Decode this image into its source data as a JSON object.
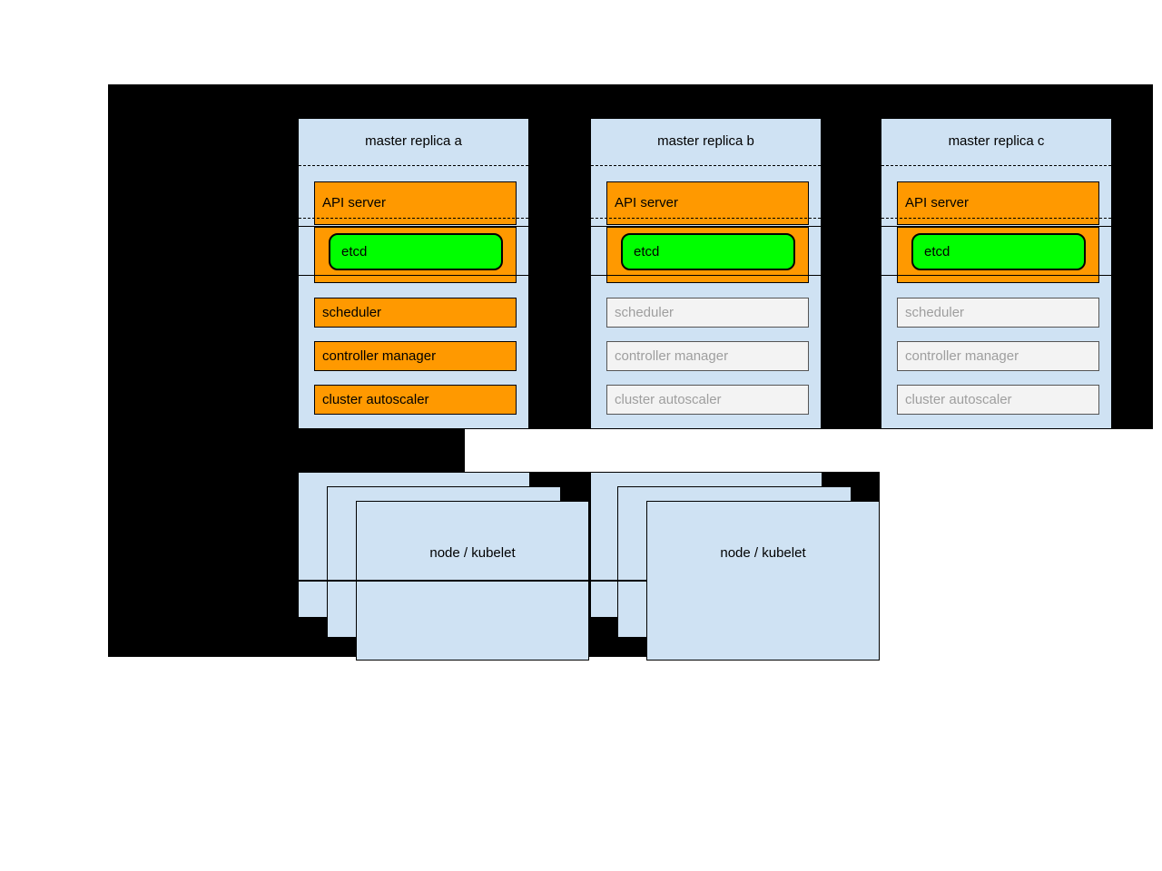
{
  "colors": {
    "page_bg": "#ffffff",
    "diagram_bg": "#000000",
    "panel_blue": "#cfe2f3",
    "active_orange": "#ff9900",
    "etcd_green": "#00ff00",
    "inactive_fill": "#f3f3f3",
    "inactive_text": "#9e9e9e"
  },
  "masters": [
    {
      "title": "master replica a",
      "components": [
        {
          "label": "API server",
          "state": "active"
        },
        {
          "label": "etcd",
          "state": "active"
        },
        {
          "label": "scheduler",
          "state": "active"
        },
        {
          "label": "controller manager",
          "state": "active"
        },
        {
          "label": "cluster autoscaler",
          "state": "active"
        }
      ]
    },
    {
      "title": "master replica b",
      "components": [
        {
          "label": "API server",
          "state": "active"
        },
        {
          "label": "etcd",
          "state": "active"
        },
        {
          "label": "scheduler",
          "state": "standby"
        },
        {
          "label": "controller manager",
          "state": "standby"
        },
        {
          "label": "cluster autoscaler",
          "state": "standby"
        }
      ]
    },
    {
      "title": "master replica c",
      "components": [
        {
          "label": "API server",
          "state": "active"
        },
        {
          "label": "etcd",
          "state": "active"
        },
        {
          "label": "scheduler",
          "state": "standby"
        },
        {
          "label": "controller manager",
          "state": "standby"
        },
        {
          "label": "cluster autoscaler",
          "state": "standby"
        }
      ]
    }
  ],
  "node_groups": [
    {
      "title": "node / kubelet",
      "stacked_count": 3
    },
    {
      "title": "node / kubelet",
      "stacked_count": 3
    }
  ]
}
